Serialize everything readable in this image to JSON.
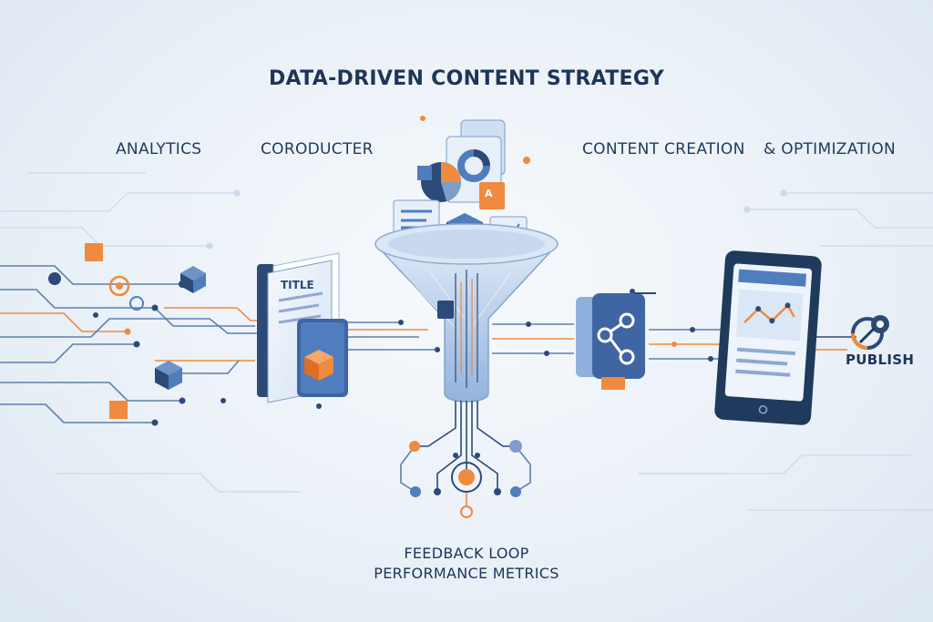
{
  "title": "DATA-DRIVEN CONTENT STRATEGY",
  "stages": {
    "analytics": "ANALYTICS",
    "coroducter": "CORODUCTER",
    "content_creation": "CONTENT CREATION",
    "optimization": "& OPTIMIZATION"
  },
  "document_title": "TITLE",
  "funnel_doc_letter": "A",
  "publish": "PUBLISH",
  "feedback": {
    "line1": "FEEDBACK LOOP",
    "line2": "PERFORMANCE METRICS"
  },
  "colors": {
    "navy": "#2c4a77",
    "blue": "#4f7dbd",
    "light_blue": "#a9c4e6",
    "orange": "#f08a3e",
    "background": "#eaf1f8"
  }
}
